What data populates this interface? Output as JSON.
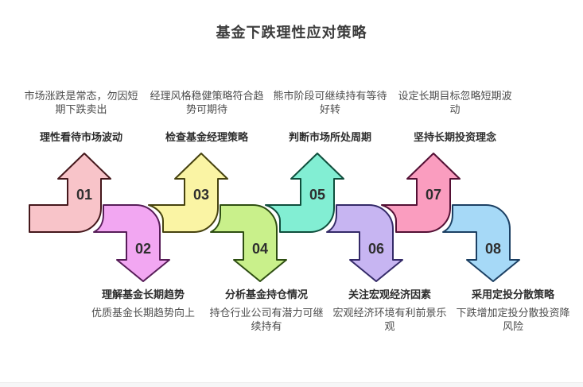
{
  "title": "基金下跌理性应对策略",
  "steps": [
    {
      "num": "01",
      "dir": "up",
      "title": "理性看待市场波动",
      "desc": "市场涨跌是常态，勿因短期下跌卖出",
      "fill": "#f8c4c9",
      "stroke": "#45181c"
    },
    {
      "num": "02",
      "dir": "down",
      "title": "理解基金长期趋势",
      "desc": "优质基金长期趋势向上",
      "fill": "#f2a7f2",
      "stroke": "#571d58"
    },
    {
      "num": "03",
      "dir": "up",
      "title": "检查基金经理策略",
      "desc": "经理风格稳健策略符合趋势可期待",
      "fill": "#faf4a4",
      "stroke": "#46420f"
    },
    {
      "num": "04",
      "dir": "down",
      "title": "分析基金持仓情况",
      "desc": "持仓行业公司有潜力可继续持有",
      "fill": "#c9f08b",
      "stroke": "#2e4e12"
    },
    {
      "num": "05",
      "dir": "up",
      "title": "判断市场所处周期",
      "desc": "熊市阶段可继续持有等待好转",
      "fill": "#82eed3",
      "stroke": "#0f4e3c"
    },
    {
      "num": "06",
      "dir": "down",
      "title": "关注宏观经济因素",
      "desc": "宏观经济环境有利前景乐观",
      "fill": "#c7b5f2",
      "stroke": "#342a68"
    },
    {
      "num": "07",
      "dir": "up",
      "title": "坚持长期投资理念",
      "desc": "设定长期目标忽略短期波动",
      "fill": "#fa9dbf",
      "stroke": "#531034"
    },
    {
      "num": "08",
      "dir": "down",
      "title": "采用定投分散策略",
      "desc": "下跌增加定投分散投资降风险",
      "fill": "#a6d9f7",
      "stroke": "#1c4063"
    }
  ]
}
